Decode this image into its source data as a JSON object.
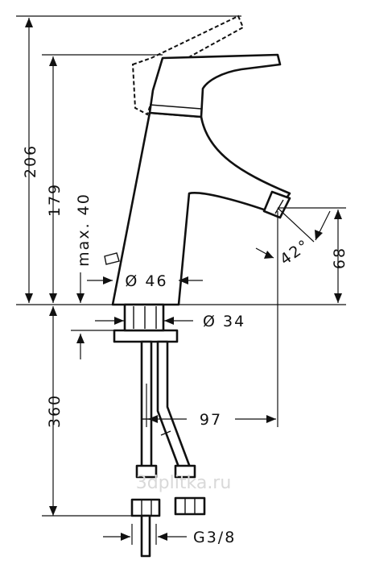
{
  "dimensions": {
    "total_height": "206",
    "spout_height": "179",
    "max_clearance": "max. 40",
    "spout_angle": "42°",
    "spout_outlet_height": "68",
    "base_diameter": "Ø 46",
    "shank_diameter": "Ø 34",
    "hose_length": "360",
    "spout_reach": "97",
    "thread": "G3/8"
  },
  "watermark": "3dplitka.ru"
}
